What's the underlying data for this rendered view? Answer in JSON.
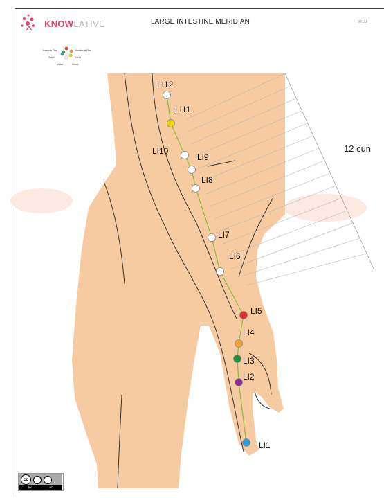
{
  "header": {
    "brand_part1": "KNOW",
    "brand_part2": "LATIVE",
    "title": "LARGE INTESTINE MERIDIAN",
    "code": "V.H.I.I"
  },
  "element_legend": {
    "items": [
      {
        "label": "Jessenin Fire",
        "color": "#d23a3a"
      },
      {
        "label": "Ministerial Fire",
        "color": "#f2a33a"
      },
      {
        "label": "Water",
        "color": "#2a9ee0"
      },
      {
        "label": "Earth",
        "color": "#f5d800"
      },
      {
        "label": "Metal",
        "color": "#ffffff"
      },
      {
        "label": "Wood",
        "color": "#2a9e3a"
      }
    ]
  },
  "measure": {
    "label": "12 cun"
  },
  "points": [
    {
      "label": "LI12",
      "color": "#ffffff"
    },
    {
      "label": "LI11",
      "color": "#f5d800"
    },
    {
      "label": "LI10",
      "color": "#ffffff"
    },
    {
      "label": "LI9",
      "color": "#ffffff"
    },
    {
      "label": "LI8",
      "color": "#ffffff"
    },
    {
      "label": "LI7",
      "color": "#ffffff"
    },
    {
      "label": "LI6",
      "color": "#ffffff"
    },
    {
      "label": "LI5",
      "color": "#e53030"
    },
    {
      "label": "LI4",
      "color": "#f2a33a"
    },
    {
      "label": "LI3",
      "color": "#1f8f3a"
    },
    {
      "label": "LI2",
      "color": "#8a2a9a"
    },
    {
      "label": "LI1",
      "color": "#2a9ee0"
    }
  ],
  "license": {
    "by": "BY",
    "nd": "ND"
  }
}
